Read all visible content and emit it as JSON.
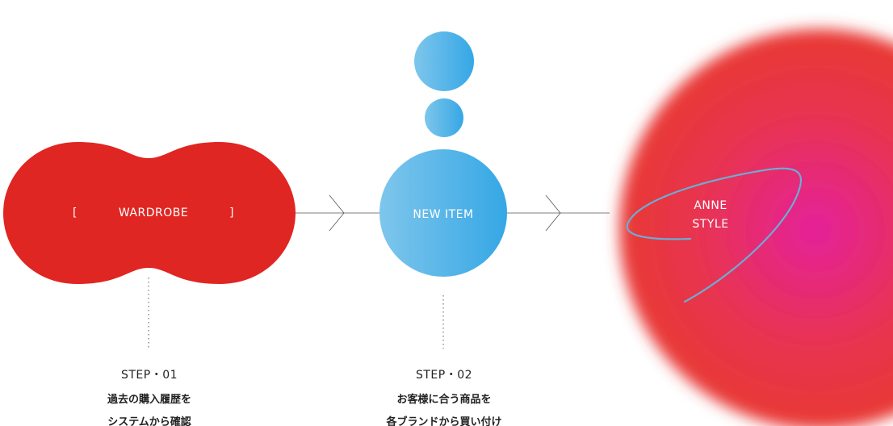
{
  "nodes": {
    "wardrobe": {
      "bracket_left": "[",
      "label": "WARDROBE",
      "bracket_right": "]",
      "color": "#df2622"
    },
    "new_item": {
      "label": "NEW ITEM",
      "color_start": "#7ec6ec",
      "color_end": "#35a7e5"
    },
    "anne_style": {
      "line1": "ANNE",
      "line2": "STYLE",
      "color_center": "#e4229a",
      "color_edge": "#e83a2c"
    }
  },
  "steps": [
    {
      "number": "STEP・01",
      "line1": "過去の購入履歴を",
      "line2": "システムから確認"
    },
    {
      "number": "STEP・02",
      "line1": "お客様に合う商品を",
      "line2": "各ブランドから買い付け"
    }
  ],
  "colors": {
    "connector": "#555555",
    "dots": "#888888",
    "scribble": "#6aaed6"
  }
}
